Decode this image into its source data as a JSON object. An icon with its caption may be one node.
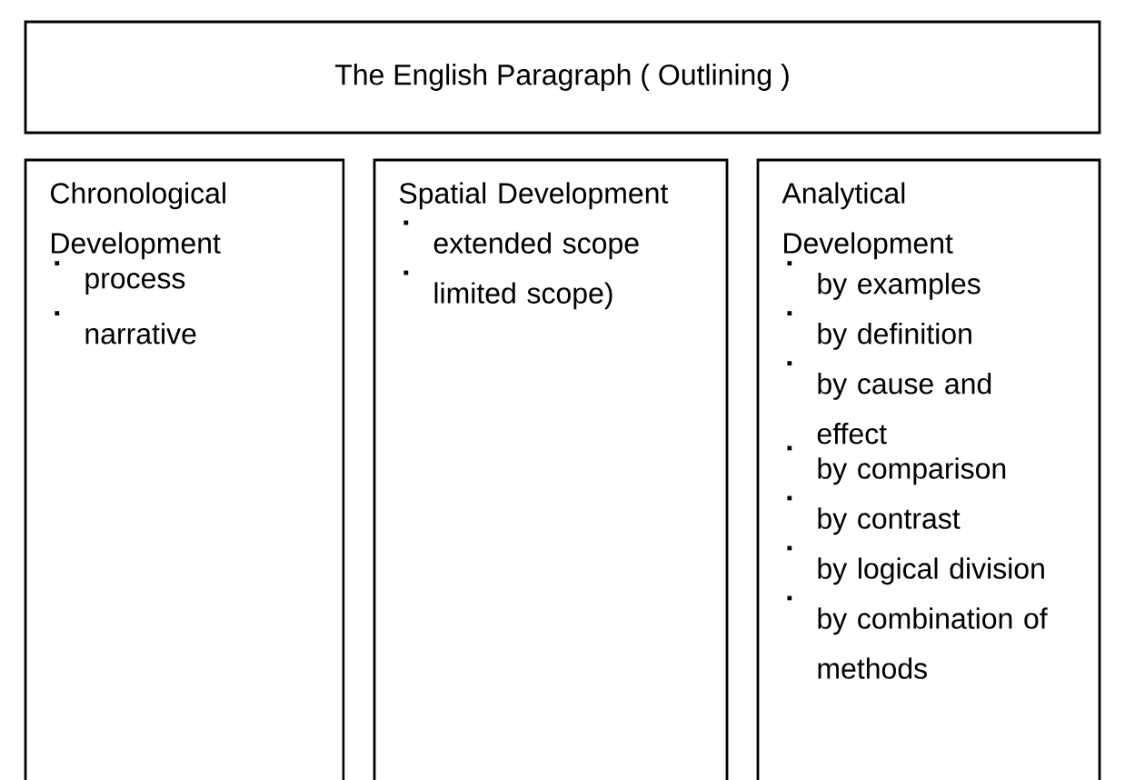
{
  "diagram": {
    "nodes": [
      {
        "text": [
          "The English Paragraph ( Outlining )"
        ]
      },
      {
        "text": [
          "Chronological Development",
          "process",
          "narrative"
        ]
      },
      {
        "text": [
          "Spatial Development",
          "extended scope",
          "limited scope)"
        ]
      },
      {
        "text": [
          "Analytical Development",
          "by examples",
          "by definition",
          "by cause and effect",
          "by comparison",
          "by contrast",
          "by logical division",
          "by combination of methods"
        ]
      }
    ]
  }
}
